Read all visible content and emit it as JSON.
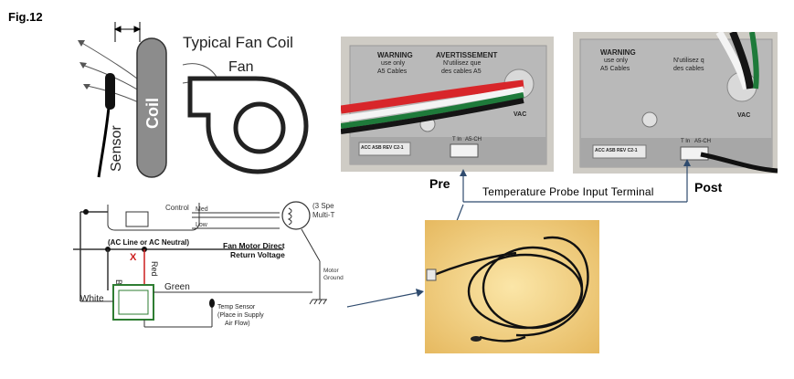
{
  "figure_label": "Fig.12",
  "coil_diagram": {
    "title": "Typical Fan Coil",
    "fan_label": "Fan",
    "coil_label": "Coil",
    "sensor_label": "Sensor"
  },
  "wiring_diagram": {
    "control_label": "Control",
    "med_label": "Med",
    "low_label": "Low",
    "speed_label_1": "(3 Spe",
    "speed_label_2": "Multi-T",
    "ac_line_label": "(AC Line  or AC Neutral)",
    "x_mark": "X",
    "fan_motor_label_1": "Fan Motor Direct",
    "fan_motor_label_2": "Return Voltage",
    "black_label": "Black",
    "red_label": "Red",
    "green_label": "Green",
    "white_label": "White",
    "motor_ground_1": "Motor",
    "motor_ground_2": "Ground",
    "temp_sensor_1": "Temp Sensor",
    "temp_sensor_2": "(Place in Supply",
    "temp_sensor_3": "Air Flow)"
  },
  "box_pre": {
    "warning_title": "WARNING",
    "warning_line1": "use only",
    "warning_line2": "A5 Cables",
    "avert_title": "AVERTISSEMENT",
    "avert_line1": "N'utilisez que",
    "avert_line2": "des cables A5",
    "vac_label": "VAC",
    "rev_label": "ACC ASB REV C2-1",
    "tin_label": "T In",
    "a5ch_label": "A5-CH"
  },
  "box_post": {
    "warning_title": "WARNING",
    "warning_line1": "use only",
    "warning_line2": "A5 Cables",
    "avert_line1": "N'utilisez q",
    "avert_line2": "des cables",
    "vac_label": "VAC",
    "rev_label": "ACC ASB REV C2-1",
    "tin_label": "T In",
    "a5ch_label": "A5-CH"
  },
  "labels": {
    "pre": "Pre",
    "post": "Post",
    "probe_terminal": "Temperature  Probe Input Terminal"
  },
  "colors": {
    "coil_gray": "#8c8c8c",
    "box_gray": "#b9b9b9",
    "cable_red": "#d8262a",
    "cable_green": "#1e7a3a",
    "wire_red": "#cc1e1e",
    "connector_green": "#2e7d32",
    "arrow_blue": "#2f4b6e",
    "photo_bg": "#f2d38a"
  }
}
